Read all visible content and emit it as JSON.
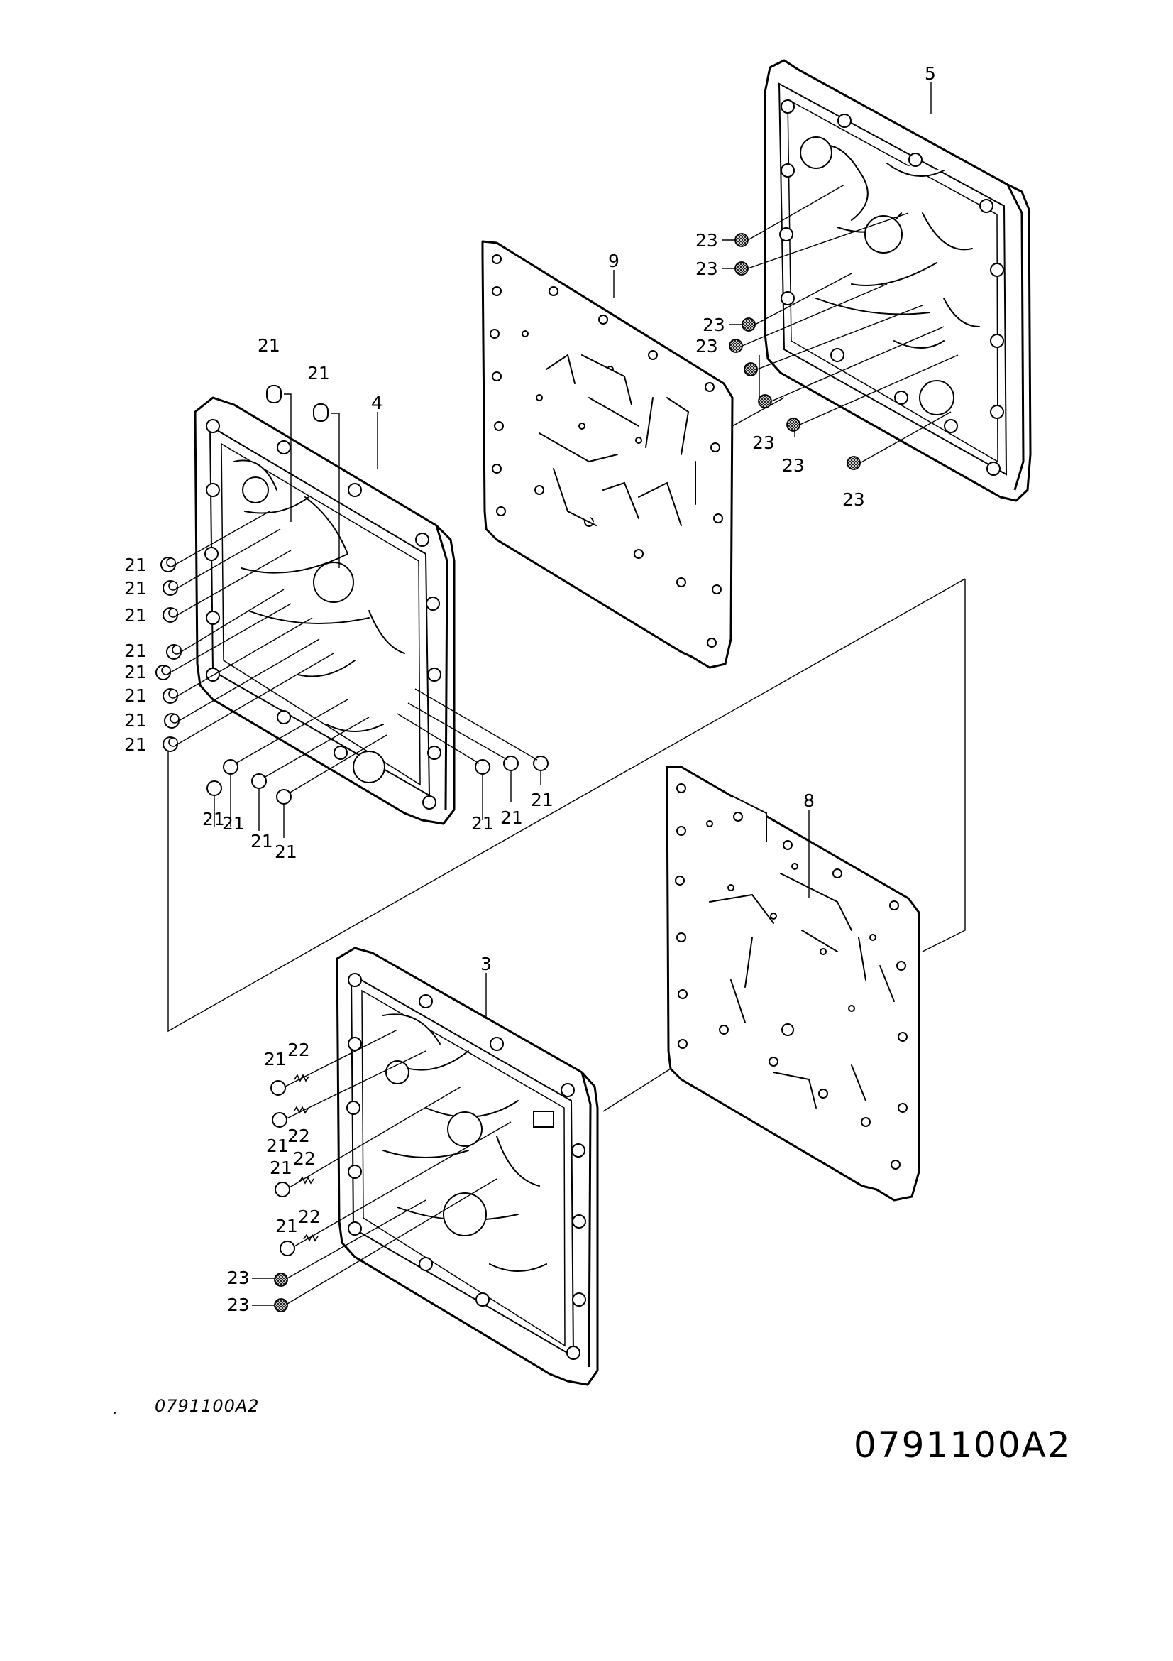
{
  "drawing": {
    "code_small": "0791100A2",
    "code_large": "0791100A2"
  },
  "parts": {
    "p3": "3",
    "p4": "4",
    "p5": "5",
    "p8": "8",
    "p9": "9",
    "p21": "21",
    "p22": "22",
    "p23": "23"
  }
}
